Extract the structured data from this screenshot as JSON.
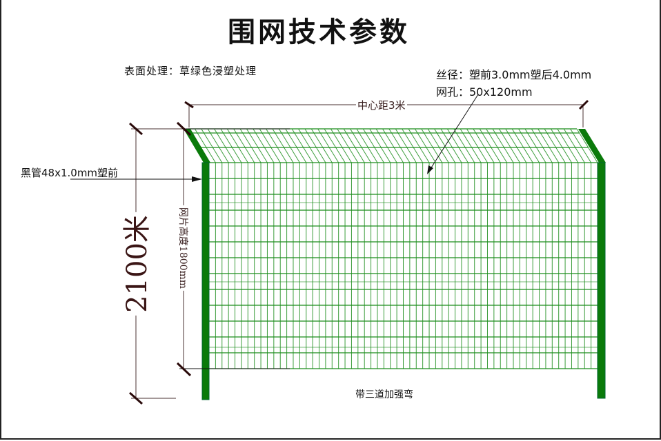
{
  "title": "围网技术参数",
  "surface_treatment": "表面处理：草绿色浸塑处理",
  "wire_diameter": "丝径：塑前3.0mm塑后4.0mm",
  "mesh_hole": "网孔：50x120mm",
  "center_distance": "中心距3米",
  "post_spec": "黑管48x1.0mm塑前",
  "total_height": "2100米",
  "panel_height": "网片高度1800mm",
  "reinforcement": "带三道加强弯",
  "colors": {
    "post": "#0a7a0a",
    "mesh": "#1a8c1a",
    "dimension": "#4a3030"
  }
}
